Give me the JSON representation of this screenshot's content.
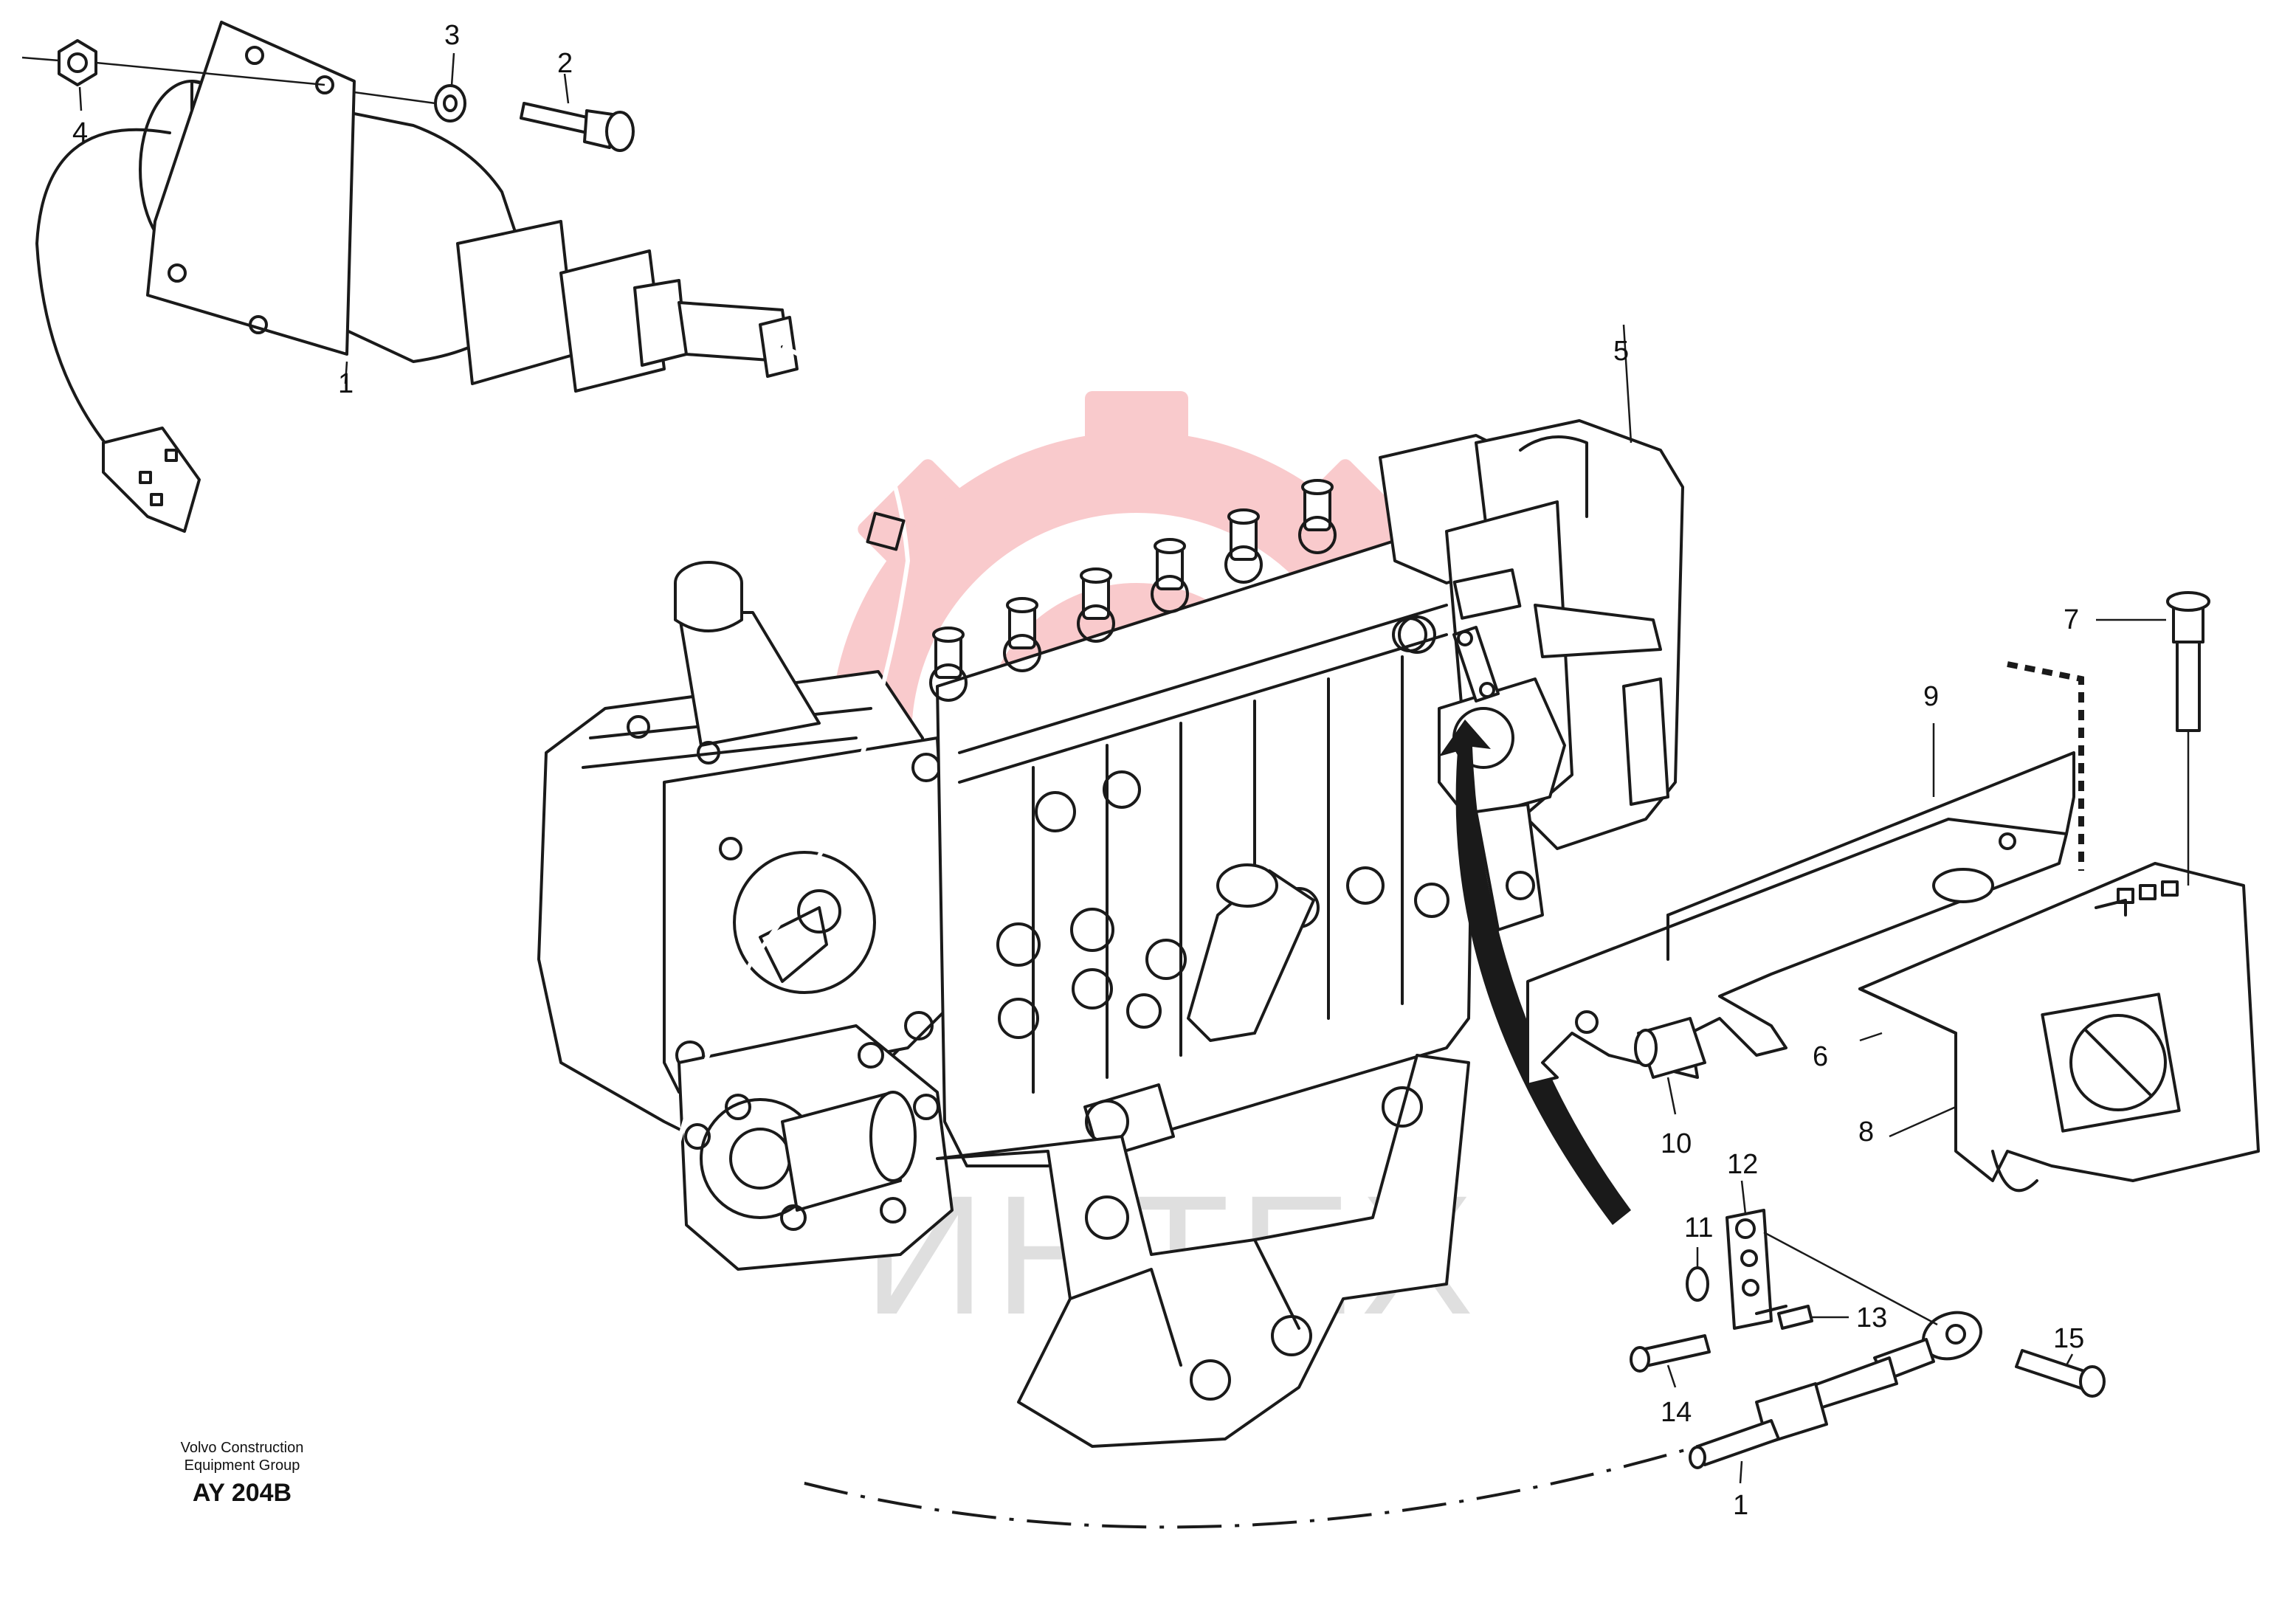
{
  "colors": {
    "line": "#1a1a1a",
    "background": "#ffffff",
    "watermark_gear": "#e8404a",
    "watermark_text": "#b9b9b9"
  },
  "watermark": {
    "text": "ИНТЕХ"
  },
  "callouts": {
    "c1_top": "1",
    "c2": "2",
    "c3": "3",
    "c4": "4",
    "c5": "5",
    "c6": "6",
    "c7": "7",
    "c8": "8",
    "c9": "9",
    "c10": "10",
    "c11": "11",
    "c12": "12",
    "c13": "13",
    "c14": "14",
    "c15": "15",
    "c1_bottom": "1"
  },
  "credit": {
    "line1": "Volvo Construction",
    "line2": "Equipment Group",
    "code": "AY 204B"
  },
  "icons": [
    "hex-nut-icon",
    "washer-icon",
    "flange-bolt-icon",
    "arrow-icon",
    "prohibition-sign-icon"
  ]
}
